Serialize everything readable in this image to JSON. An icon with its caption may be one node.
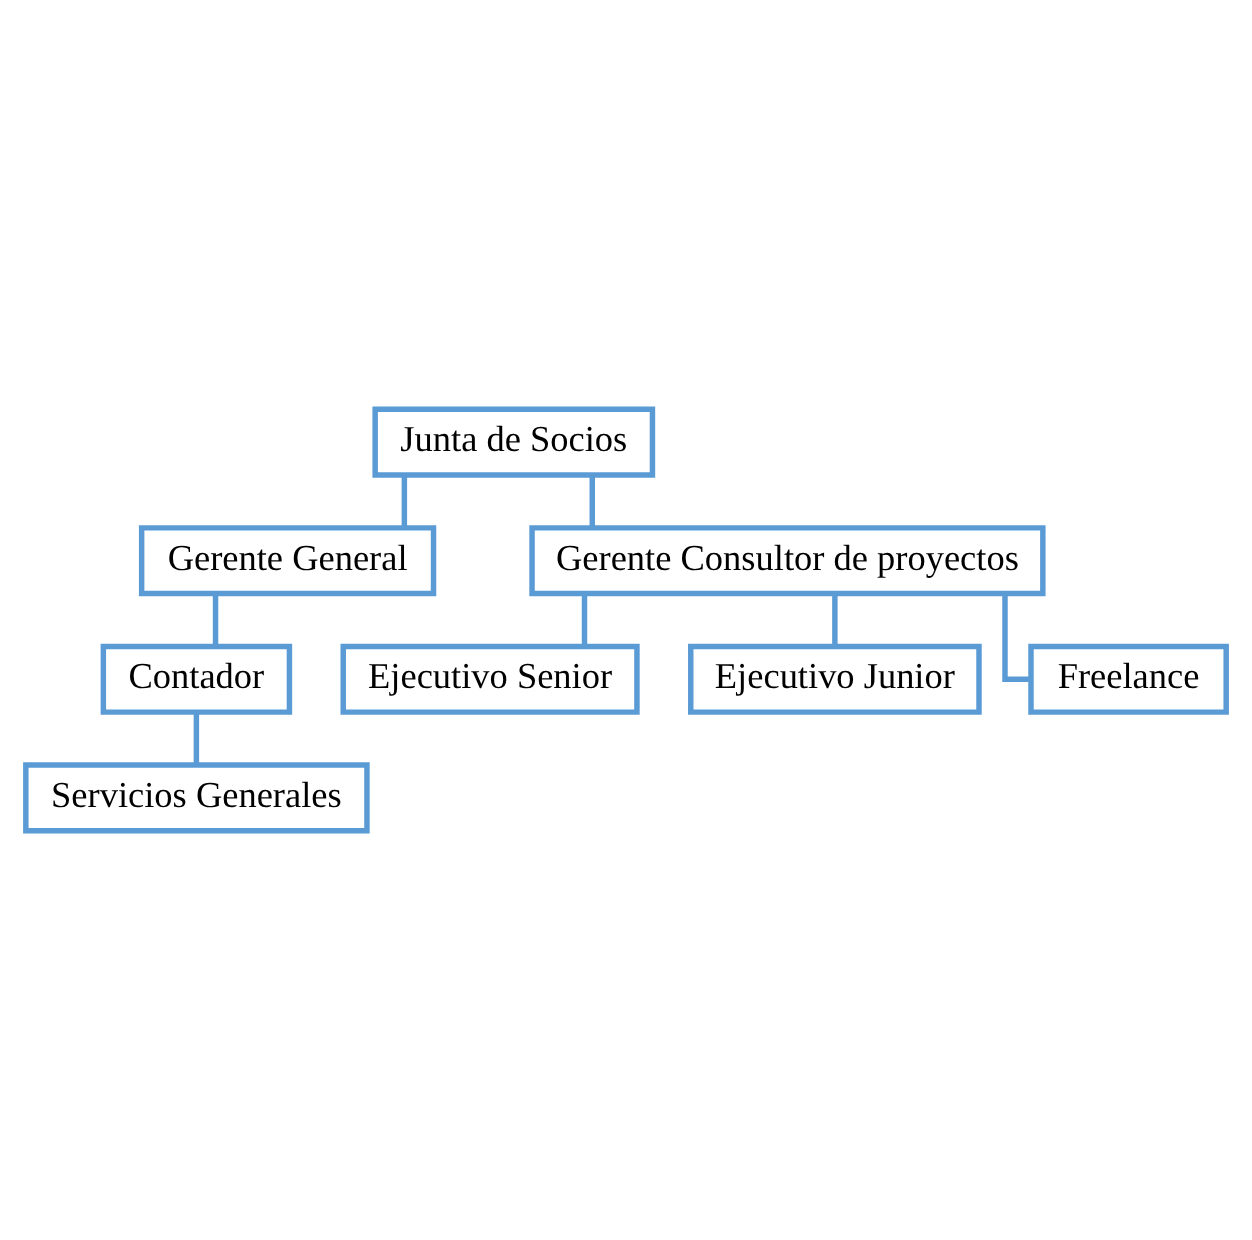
{
  "diagram": {
    "nodes": [
      {
        "text": [
          "Junta de Socios"
        ]
      },
      {
        "text": [
          "Gerente General"
        ]
      },
      {
        "text": [
          "Gerente Consultor de proyectos"
        ]
      },
      {
        "text": [
          "Contador"
        ]
      },
      {
        "text": [
          "Servicios Generales"
        ]
      },
      {
        "text": [
          "Ejecutivo Senior"
        ]
      },
      {
        "text": [
          "Ejecutivo Junior"
        ]
      },
      {
        "text": [
          "Freelance"
        ]
      }
    ],
    "edges": [
      {
        "from": 0,
        "to": 1,
        "arrow": "none"
      },
      {
        "from": 0,
        "to": 2,
        "arrow": "none"
      },
      {
        "from": 1,
        "to": 3,
        "arrow": "none"
      },
      {
        "from": 3,
        "to": 4,
        "arrow": "none"
      },
      {
        "from": 2,
        "to": 5,
        "arrow": "none"
      },
      {
        "from": 2,
        "to": 6,
        "arrow": "none"
      },
      {
        "from": 2,
        "to": 7,
        "arrow": "none"
      }
    ]
  }
}
